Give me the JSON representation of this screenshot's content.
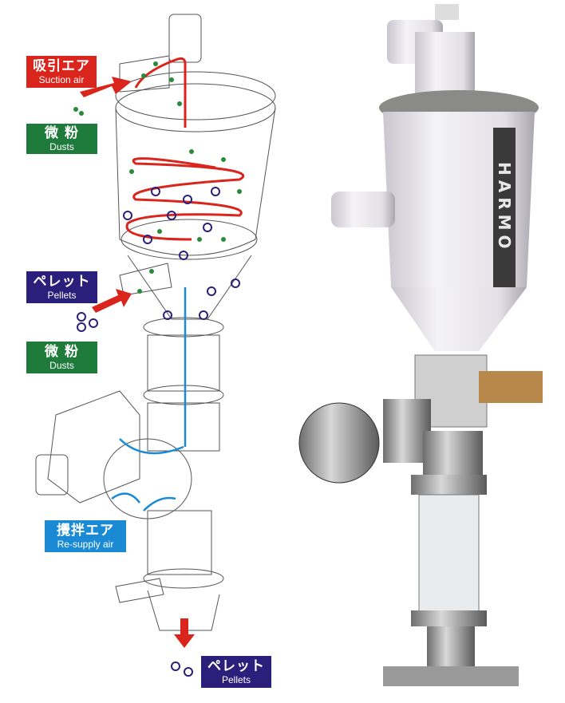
{
  "labels": {
    "suction_air": {
      "jp": "吸引エア",
      "en": "Suction air",
      "color": "#d9251c"
    },
    "dusts_top": {
      "jp": "微 粉",
      "en": "Dusts",
      "color": "#1e7b3c"
    },
    "pellets_in": {
      "jp": "ペレット",
      "en": "Pellets",
      "color": "#2b1f7c"
    },
    "dusts_mid": {
      "jp": "微 粉",
      "en": "Dusts",
      "color": "#1e7b3c"
    },
    "resupply_air": {
      "jp": "攪拌エア",
      "en": "Re-supply air",
      "color": "#1a8ad4"
    },
    "pellets_out": {
      "jp": "ペレット",
      "en": "Pellets",
      "color": "#2b1f7c"
    }
  },
  "product": {
    "brand": "HARMO"
  }
}
